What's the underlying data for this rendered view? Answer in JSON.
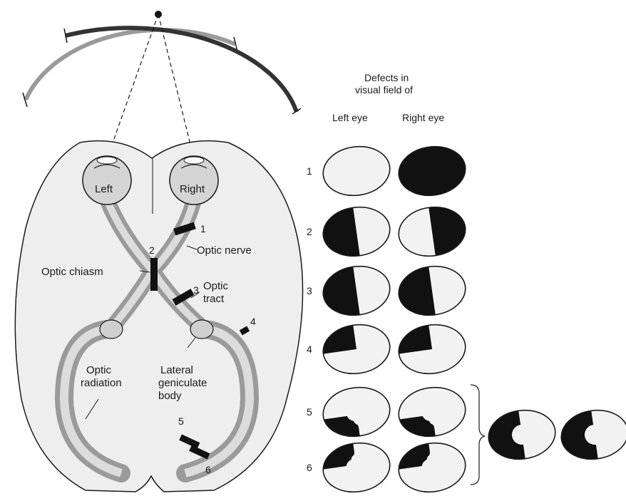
{
  "header": {
    "line1": "Defects in",
    "line2": "visual field of",
    "left_col": "Left eye",
    "right_col": "Right eye"
  },
  "eyes": {
    "left": "Left",
    "right": "Right"
  },
  "labels": {
    "optic_nerve": "Optic nerve",
    "optic_chiasm": "Optic chiasm",
    "optic_tract_1": "Optic",
    "optic_tract_2": "tract",
    "optic_radiation_1": "Optic",
    "optic_radiation_2": "radiation",
    "lgb_1": "Lateral",
    "lgb_2": "geniculate",
    "lgb_3": "body"
  },
  "lesion_numbers": [
    "1",
    "2",
    "3",
    "4",
    "5",
    "6"
  ],
  "rows": [
    {
      "n": "1",
      "left": "none",
      "right": "full"
    },
    {
      "n": "2",
      "left": "left-half",
      "right": "right-half"
    },
    {
      "n": "3",
      "left": "left-half",
      "right": "left-half"
    },
    {
      "n": "4",
      "left": "upper-left-quadrant",
      "right": "upper-left-quadrant"
    },
    {
      "n": "5",
      "left": "lower-left-notch",
      "right": "lower-left-notch"
    },
    {
      "n": "6",
      "left": "upper-left-notch",
      "right": "upper-left-notch"
    }
  ],
  "combined": {
    "left": "left-half-macular-sparing",
    "right": "left-half-macular-sparing"
  },
  "colors": {
    "brain": "#eeeeee",
    "outline": "#1a1a1a",
    "defect": "#111111",
    "arc_dark": "#333333",
    "arc_light": "#9a9a9a"
  }
}
